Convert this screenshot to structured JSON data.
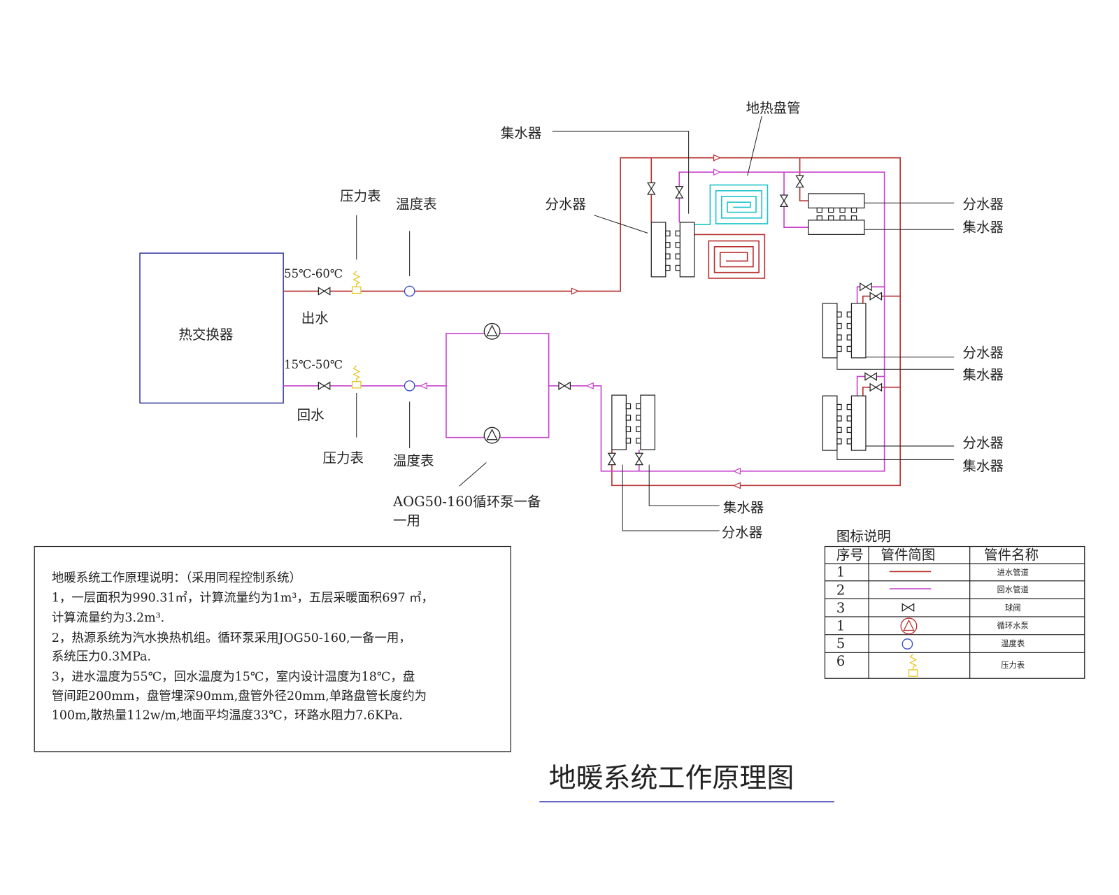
{
  "title": "地暖系统工作原理图",
  "colors": {
    "supply": "#b83232",
    "return": "#c844cc",
    "exchanger": "#2b2b9e",
    "coil": "#22c4cc",
    "gauge": "#e6c419",
    "temperature": "#3b4bc8",
    "line": "#222222",
    "underline": "#3b3bb0"
  },
  "heat_exchanger": {
    "label": "热交换器",
    "supply_temp": "55℃-60℃",
    "supply_label": "出水",
    "return_temp": "15℃-50℃",
    "return_label": "回水"
  },
  "labels": {
    "coil": "地热盘管",
    "collector_top_left": "集水器",
    "pressure_gauge_top": "压力表",
    "temp_gauge_top": "温度表",
    "distributor_top_left": "分水器",
    "distributor_top_right": "分水器",
    "collector_top_right": "集水器",
    "distributor_right_mid": "分水器",
    "collector_right_mid": "集水器",
    "distributor_right_low": "分水器",
    "collector_right_low": "集水器",
    "pressure_gauge_bottom": "压力表",
    "temp_gauge_bottom": "温度表",
    "collector_bottom": "集水器",
    "distributor_bottom": "分水器"
  },
  "pump": {
    "label_line1": "AOG50-160循环泵一备",
    "label_line2": "一用"
  },
  "legend": {
    "title": "图标说明",
    "headers": [
      "序号",
      "管件简图",
      "管件名称"
    ],
    "rows": [
      {
        "no": "1",
        "symbol": "supply-pipe-line",
        "name": "进水管道"
      },
      {
        "no": "2",
        "symbol": "return-pipe-line",
        "name": "回水管道"
      },
      {
        "no": "3",
        "symbol": "ball-valve-icon",
        "name": "球阀"
      },
      {
        "no": "1",
        "symbol": "circulation-pump-icon",
        "name": "循环水泵"
      },
      {
        "no": "5",
        "symbol": "temperature-gauge-icon",
        "name": "温度表"
      },
      {
        "no": "6",
        "symbol": "pressure-gauge-icon",
        "name": "压力表"
      }
    ]
  },
  "notes": {
    "lines": [
      "地暖系统工作原理说明：（采用同程控制系统）",
      "1，一层面积为990.31㎡，计算流量约为1m³，五层采暖面积697 ㎡，",
      "计算流量约为3.2m³.",
      "2，热源系统为汽水换热机组。循环泵采用JOG50-160,一备一用，",
      "系统压力0.3MPa.",
      "3，进水温度为55℃，回水温度为15℃，室内设计温度为18℃，盘",
      "管间距200mm，盘管埋深90mm,盘管外径20mm,单路盘管长度约为",
      "100m,散热量112w/m,地面平均温度33℃，环路水阻力7.6KPa."
    ]
  }
}
